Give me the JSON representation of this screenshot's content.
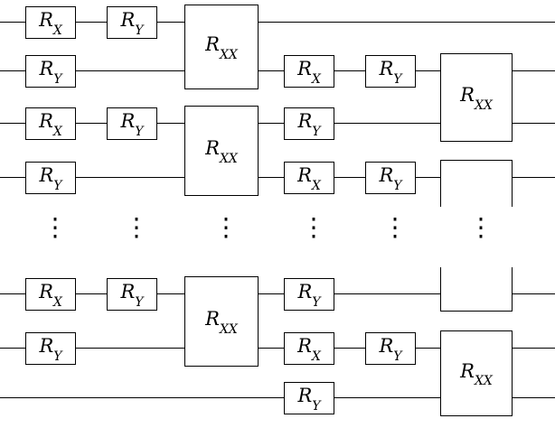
{
  "figure": {
    "type": "quantum-circuit",
    "wire_count": 7,
    "ellipsis": "⋮",
    "gates": [
      {
        "base": "R",
        "sub": "X",
        "col": 1,
        "wires": [
          1
        ]
      },
      {
        "base": "R",
        "sub": "Y",
        "col": 2,
        "wires": [
          1
        ]
      },
      {
        "base": "R",
        "sub": "XX",
        "col": 3,
        "wires": [
          1,
          2
        ]
      },
      {
        "base": "R",
        "sub": "Y",
        "col": 1,
        "wires": [
          2
        ]
      },
      {
        "base": "R",
        "sub": "X",
        "col": 4,
        "wires": [
          2
        ]
      },
      {
        "base": "R",
        "sub": "Y",
        "col": 5,
        "wires": [
          2
        ]
      },
      {
        "base": "R",
        "sub": "XX",
        "col": 6,
        "wires": [
          2,
          3
        ]
      },
      {
        "base": "R",
        "sub": "X",
        "col": 1,
        "wires": [
          3
        ]
      },
      {
        "base": "R",
        "sub": "Y",
        "col": 2,
        "wires": [
          3
        ]
      },
      {
        "base": "R",
        "sub": "XX",
        "col": 3,
        "wires": [
          3,
          4
        ]
      },
      {
        "base": "R",
        "sub": "Y",
        "col": 4,
        "wires": [
          3
        ]
      },
      {
        "base": "R",
        "sub": "Y",
        "col": 1,
        "wires": [
          4
        ]
      },
      {
        "base": "R",
        "sub": "X",
        "col": 4,
        "wires": [
          4
        ]
      },
      {
        "base": "R",
        "sub": "Y",
        "col": 5,
        "wires": [
          4
        ]
      },
      {
        "base": "",
        "sub": "",
        "col": 6,
        "wires": [
          4
        ],
        "partial": "bottom"
      },
      {
        "base": "R",
        "sub": "X",
        "col": 1,
        "wires": [
          5
        ]
      },
      {
        "base": "R",
        "sub": "Y",
        "col": 2,
        "wires": [
          5
        ]
      },
      {
        "base": "R",
        "sub": "XX",
        "col": 3,
        "wires": [
          5,
          6
        ]
      },
      {
        "base": "R",
        "sub": "Y",
        "col": 4,
        "wires": [
          5
        ]
      },
      {
        "base": "",
        "sub": "",
        "col": 6,
        "wires": [
          5
        ],
        "partial": "top"
      },
      {
        "base": "R",
        "sub": "Y",
        "col": 1,
        "wires": [
          6
        ]
      },
      {
        "base": "R",
        "sub": "X",
        "col": 4,
        "wires": [
          6
        ]
      },
      {
        "base": "R",
        "sub": "Y",
        "col": 5,
        "wires": [
          6
        ]
      },
      {
        "base": "R",
        "sub": "XX",
        "col": 6,
        "wires": [
          6,
          7
        ]
      },
      {
        "base": "R",
        "sub": "Y",
        "col": 4,
        "wires": [
          7
        ]
      }
    ]
  }
}
